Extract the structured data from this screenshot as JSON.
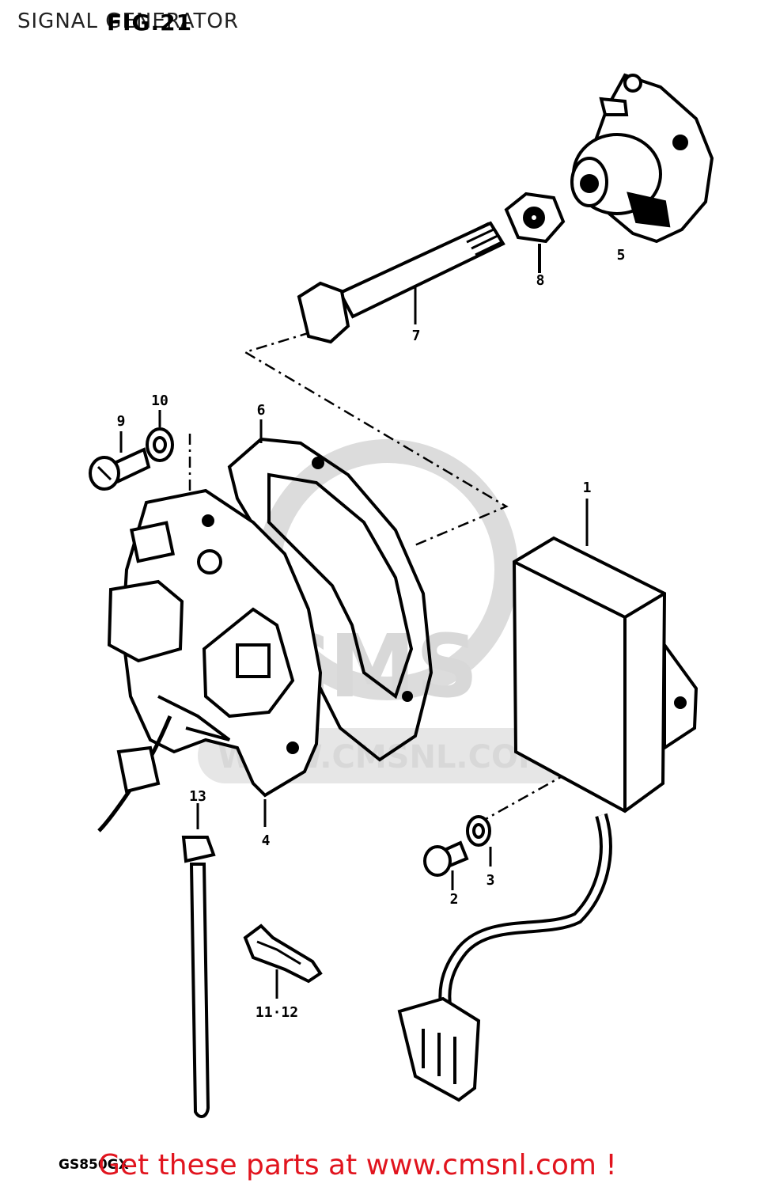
{
  "header": {
    "title": "SIGNAL GENERATOR",
    "figure": "FIG.21"
  },
  "watermark": {
    "brand": "CMS",
    "site": "WWW.CMSNL.COM"
  },
  "callouts": {
    "c1": "1",
    "c2": "2",
    "c3": "3",
    "c4": "4",
    "c5": "5",
    "c6": "6",
    "c7": "7",
    "c8": "8",
    "c9": "9",
    "c10": "10",
    "c11_12": "11·12",
    "c13": "13"
  },
  "footer": {
    "model_code": "GS850GX",
    "link_text": "Get these parts at www.cmsnl.com !"
  },
  "colors": {
    "link": "#e1141e",
    "line": "#000000",
    "watermark": "#d8d8d8"
  }
}
